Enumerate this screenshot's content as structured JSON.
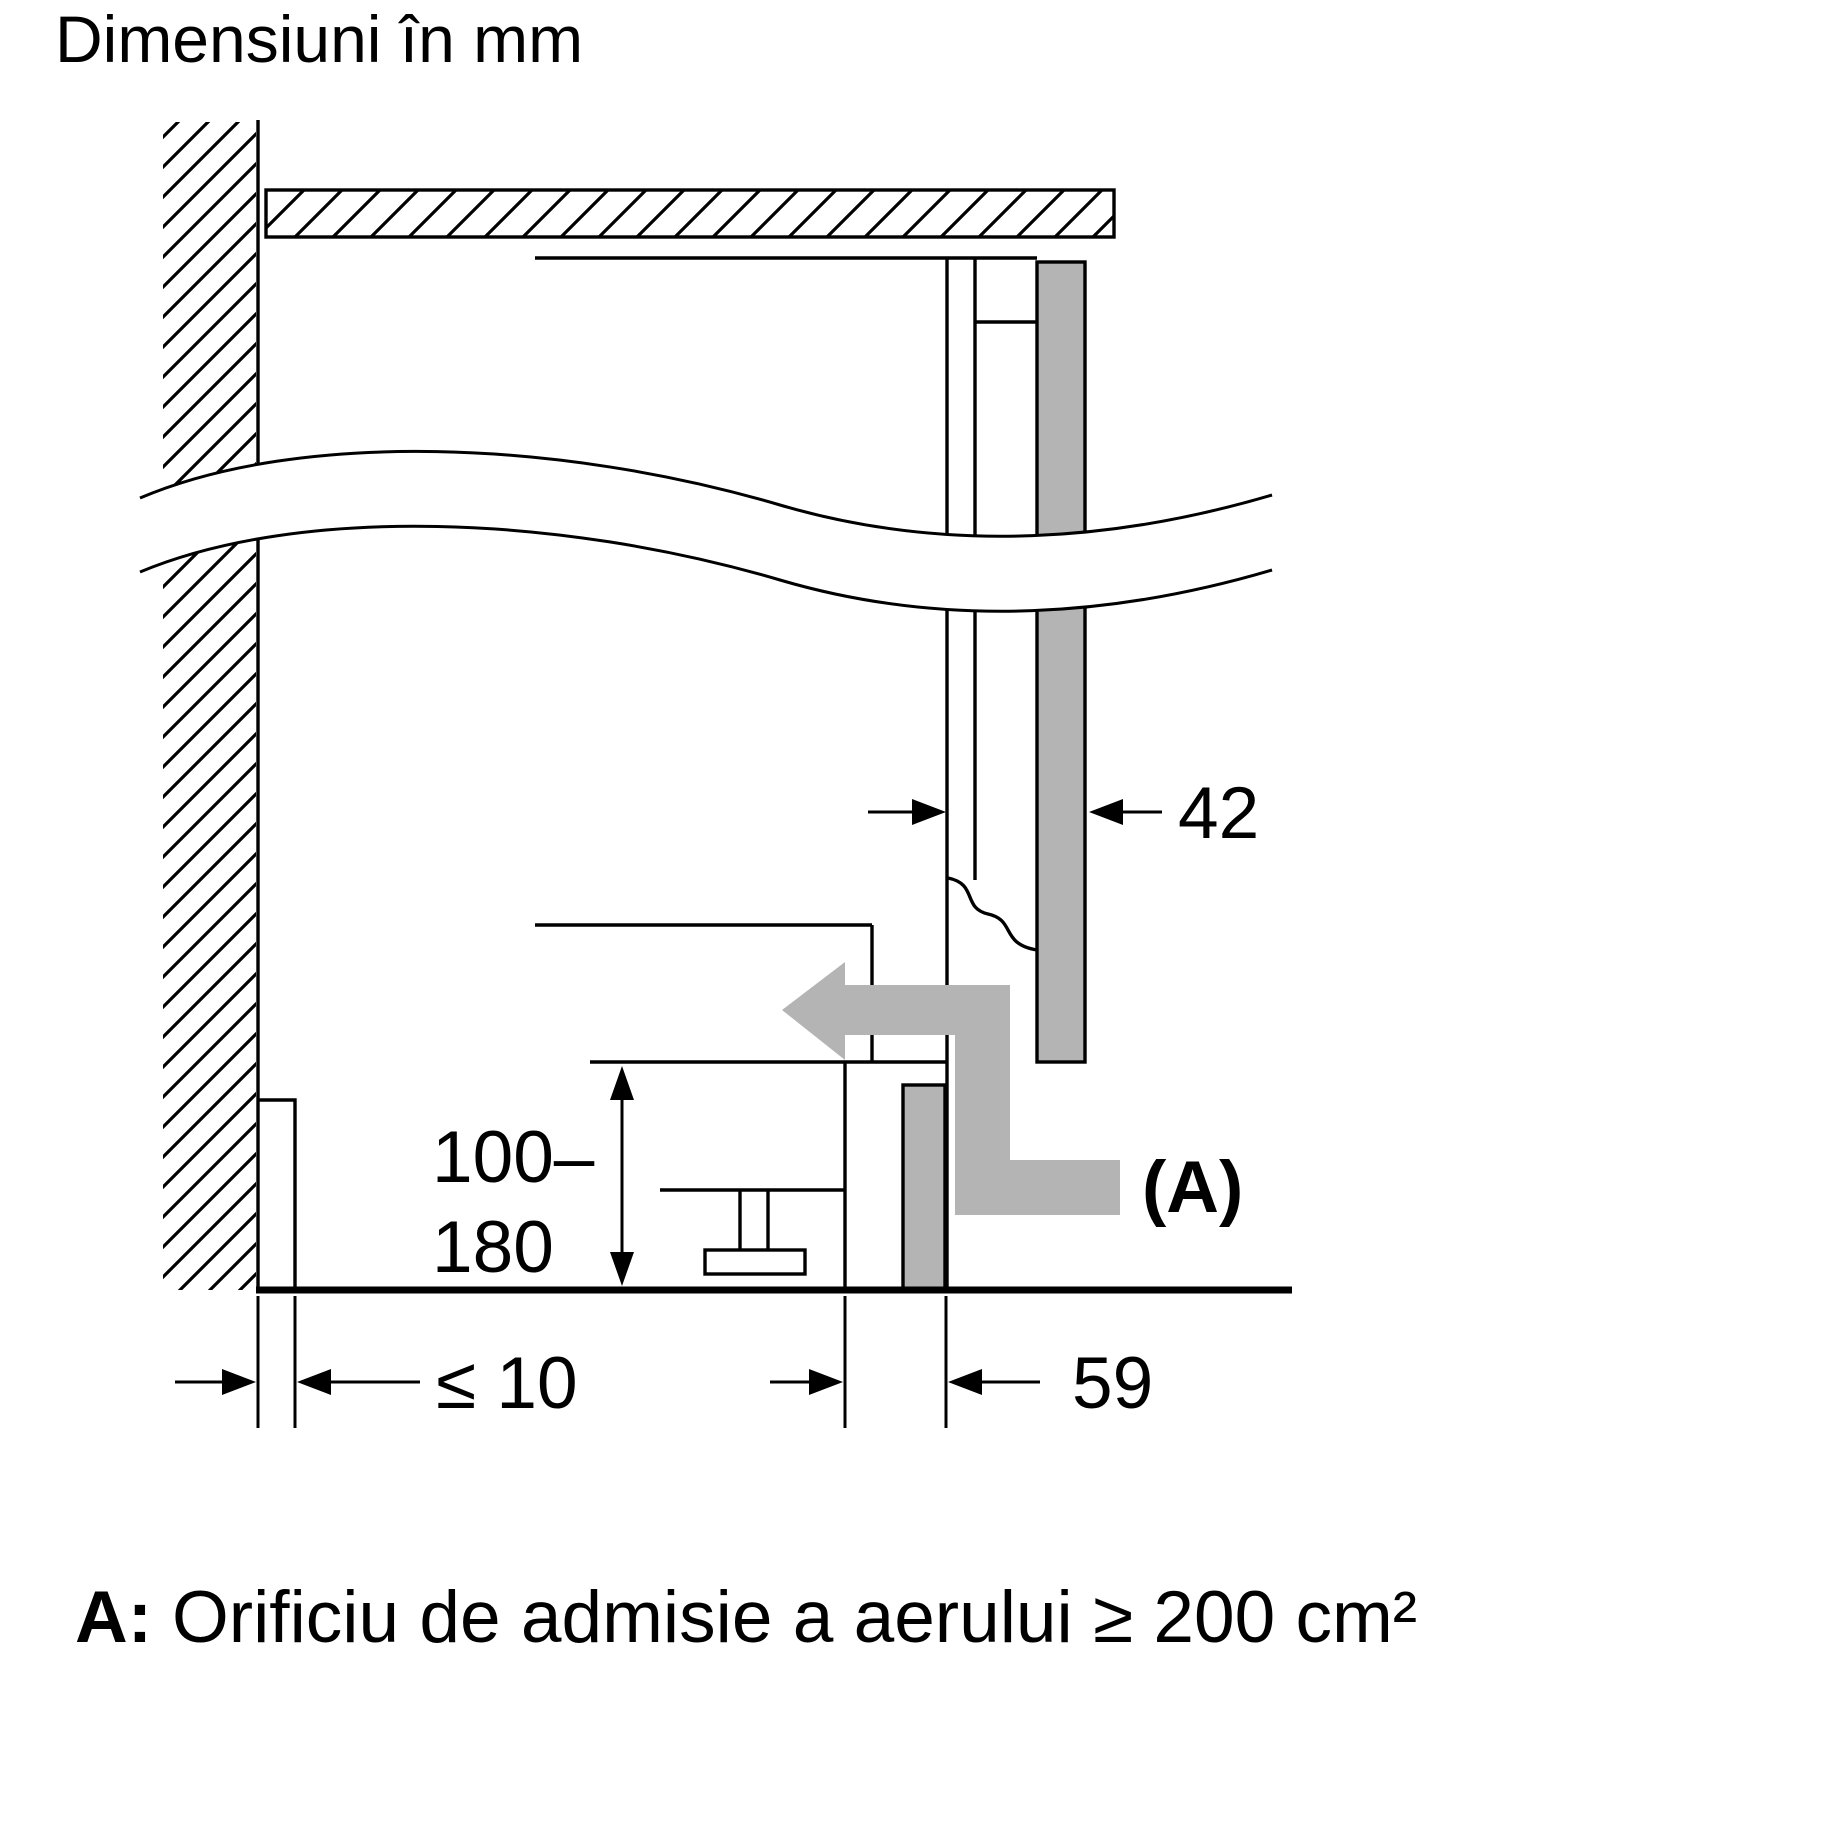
{
  "title": "Dimensiuni în mm",
  "dimensions": {
    "door_thickness": "42",
    "niche_height_line1": "100–",
    "niche_height_line2": "180",
    "wall_gap": "≤ 10",
    "plinth_depth": "59",
    "air_inlet_label": "(A)"
  },
  "footer": {
    "label": "A:",
    "text": "Orificiu de admisie a aerului ≥ 200 cm²"
  },
  "colors": {
    "line": "#000000",
    "gray_fill": "#b4b4b4",
    "background": "#ffffff"
  }
}
